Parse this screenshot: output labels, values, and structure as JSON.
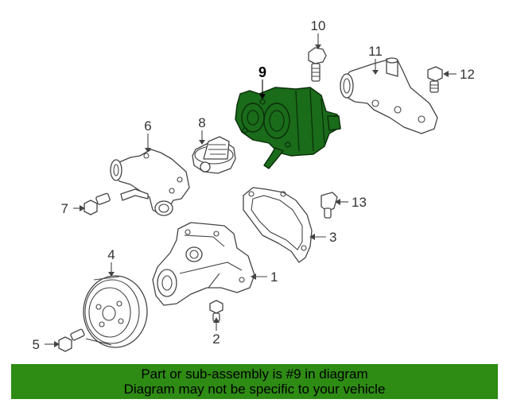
{
  "diagram": {
    "highlighted_part": "9",
    "callouts": [
      {
        "id": "c1",
        "label": "1",
        "part": "water-pump-housing"
      },
      {
        "id": "c2",
        "label": "2",
        "part": "bolt-small"
      },
      {
        "id": "c3",
        "label": "3",
        "part": "pump-gasket"
      },
      {
        "id": "c4",
        "label": "4",
        "part": "pulley"
      },
      {
        "id": "c5",
        "label": "5",
        "part": "pulley-bolt"
      },
      {
        "id": "c6",
        "label": "6",
        "part": "thermostat-housing"
      },
      {
        "id": "c7",
        "label": "7",
        "part": "housing-bolt"
      },
      {
        "id": "c8",
        "label": "8",
        "part": "thermostat"
      },
      {
        "id": "c9",
        "label": "9",
        "part": "water-outlet-assembly"
      },
      {
        "id": "c10",
        "label": "10",
        "part": "stud-bolt"
      },
      {
        "id": "c11",
        "label": "11",
        "part": "outlet-pipe"
      },
      {
        "id": "c12",
        "label": "12",
        "part": "outlet-bolt"
      },
      {
        "id": "c13",
        "label": "13",
        "part": "temperature-sensor"
      }
    ]
  },
  "banner": {
    "line1": "Part or sub-assembly is #9 in diagram",
    "line2": "Diagram may not be specific to your vehicle"
  },
  "colors": {
    "highlight": "#1a6b1a",
    "banner_background": "#2e8b14",
    "line": "#444444"
  }
}
